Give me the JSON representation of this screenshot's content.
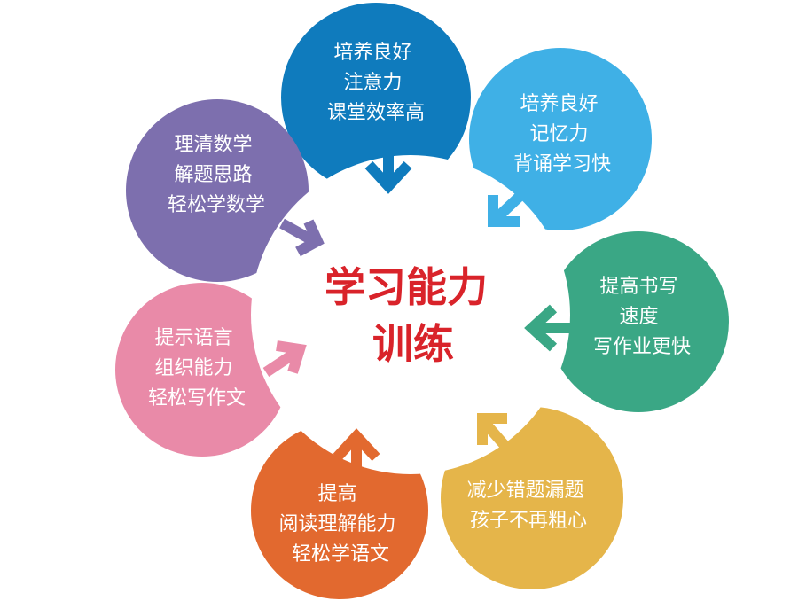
{
  "center": {
    "lines": [
      "学习能力",
      "训练"
    ],
    "color": "#d9232a"
  },
  "petals": [
    {
      "id": "attention",
      "color": "#0f7bbd",
      "lines": [
        "培养良好",
        "注意力",
        "课堂效率高"
      ]
    },
    {
      "id": "memory",
      "color": "#3fb0e6",
      "lines": [
        "培养良好",
        "记忆力",
        "背诵学习快"
      ]
    },
    {
      "id": "writing-speed",
      "color": "#3aa785",
      "lines": [
        "提高书写",
        "速度",
        "写作业更快"
      ]
    },
    {
      "id": "fewer-mistakes",
      "color": "#e5b54a",
      "lines": [
        "减少错题漏题",
        "孩子不再粗心"
      ]
    },
    {
      "id": "reading",
      "color": "#e2692f",
      "lines": [
        "提高",
        "阅读理解能力",
        "轻松学语文"
      ]
    },
    {
      "id": "language",
      "color": "#e98aa8",
      "lines": [
        "提示语言",
        "组织能力",
        "轻松写作文"
      ]
    },
    {
      "id": "math",
      "color": "#7d6fae",
      "lines": [
        "理清数学",
        "解题思路",
        "轻松学数学"
      ]
    }
  ]
}
